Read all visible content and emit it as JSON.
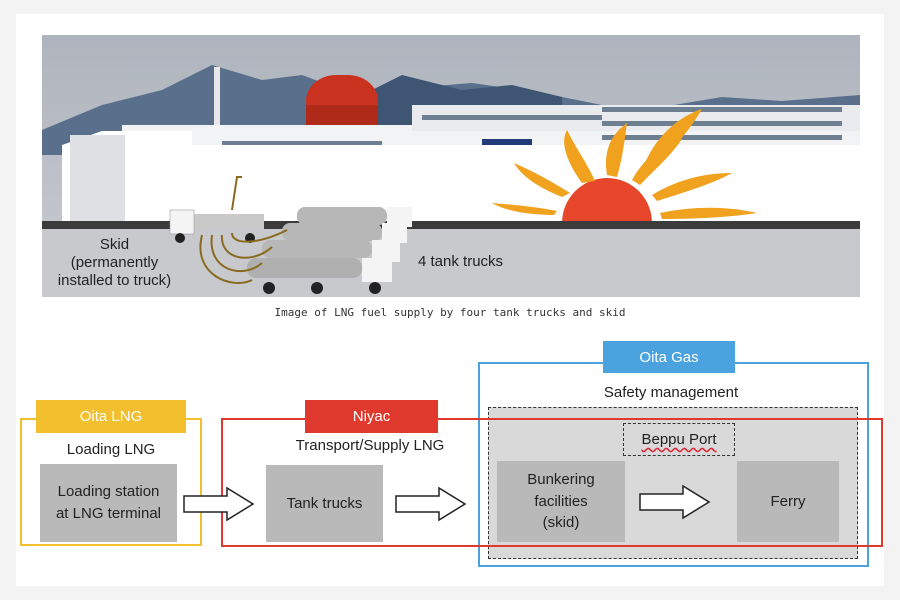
{
  "photo": {
    "skid_label_lines": [
      "Skid",
      "(permanently",
      "installed to truck)"
    ],
    "trucks_label": "4 tank trucks"
  },
  "caption": "Image of LNG fuel supply by four tank trucks and skid",
  "flow": {
    "oita_gas": {
      "label": "Oita Gas",
      "color": "#4aa3df",
      "heading": "Safety management"
    },
    "oita_lng": {
      "label": "Oita LNG",
      "color": "#f2bf2e",
      "heading": "Loading LNG",
      "box_lines": [
        "Loading station",
        "at LNG terminal"
      ]
    },
    "niyac": {
      "label": "Niyac",
      "color": "#e03a2f",
      "heading": "Transport/Supply LNG",
      "box": "Tank trucks"
    },
    "beppu": {
      "label": "Beppu Port",
      "bunkering_lines": [
        "Bunkering",
        "facilities",
        "(skid)"
      ],
      "ferry": "Ferry"
    }
  }
}
